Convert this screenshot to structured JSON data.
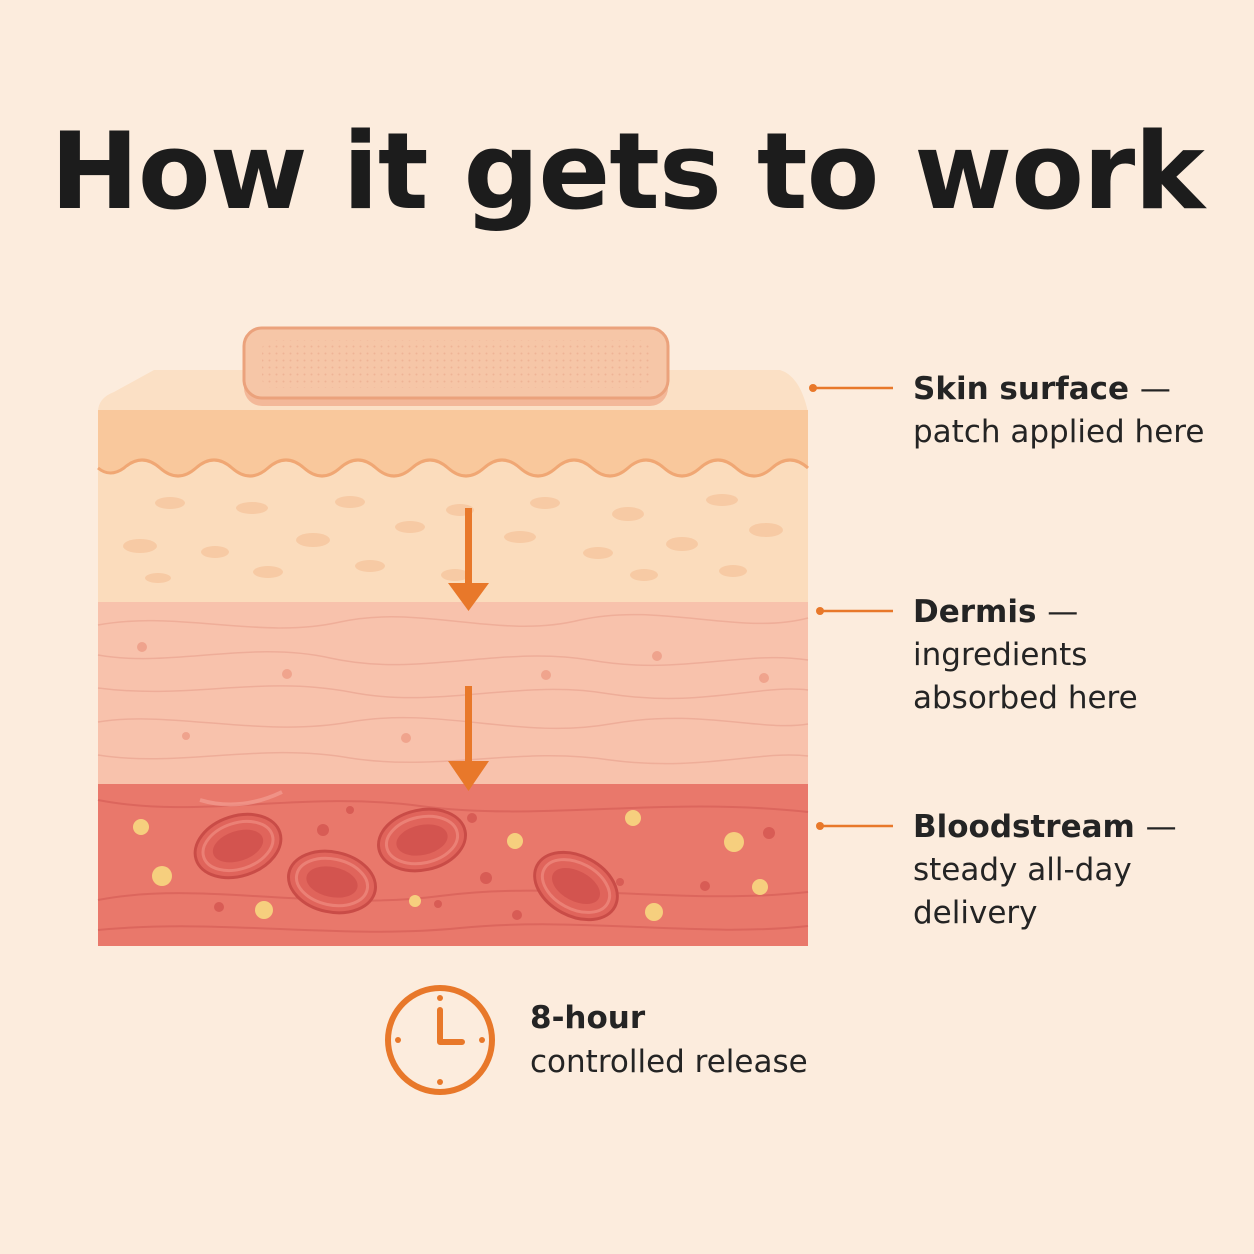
{
  "title": "How it gets to work",
  "layers": [
    {
      "name": "Skin surface",
      "dash": "—",
      "description": "patch applied here"
    },
    {
      "name": "Dermis",
      "dash": "—",
      "description": "ingredients absorbed here"
    },
    {
      "name": "Bloodstream",
      "dash": "—",
      "description": "steady all-day delivery"
    }
  ],
  "timer": {
    "strong": "8-hour",
    "sub": "controlled release"
  },
  "colors": {
    "background": "#fcecdd",
    "accent": "#e8782a",
    "epidermis": "#f9d2ab",
    "dermis": "#f6b7a2",
    "blood": "#e8776a",
    "patch": "#f5c3a3"
  },
  "icons": [
    "patch",
    "down-arrow-icon",
    "clock-icon",
    "red-blood-cell"
  ]
}
